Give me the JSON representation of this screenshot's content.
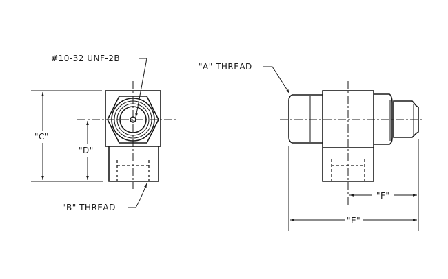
{
  "labels": {
    "port": "#10-32 UNF-2B",
    "thread_a": "\"A\" THREAD",
    "thread_b": "\"B\" THREAD",
    "dim_c": "\"C\"",
    "dim_d": "\"D\"",
    "dim_e": "\"E\"",
    "dim_f": "\"F\""
  }
}
